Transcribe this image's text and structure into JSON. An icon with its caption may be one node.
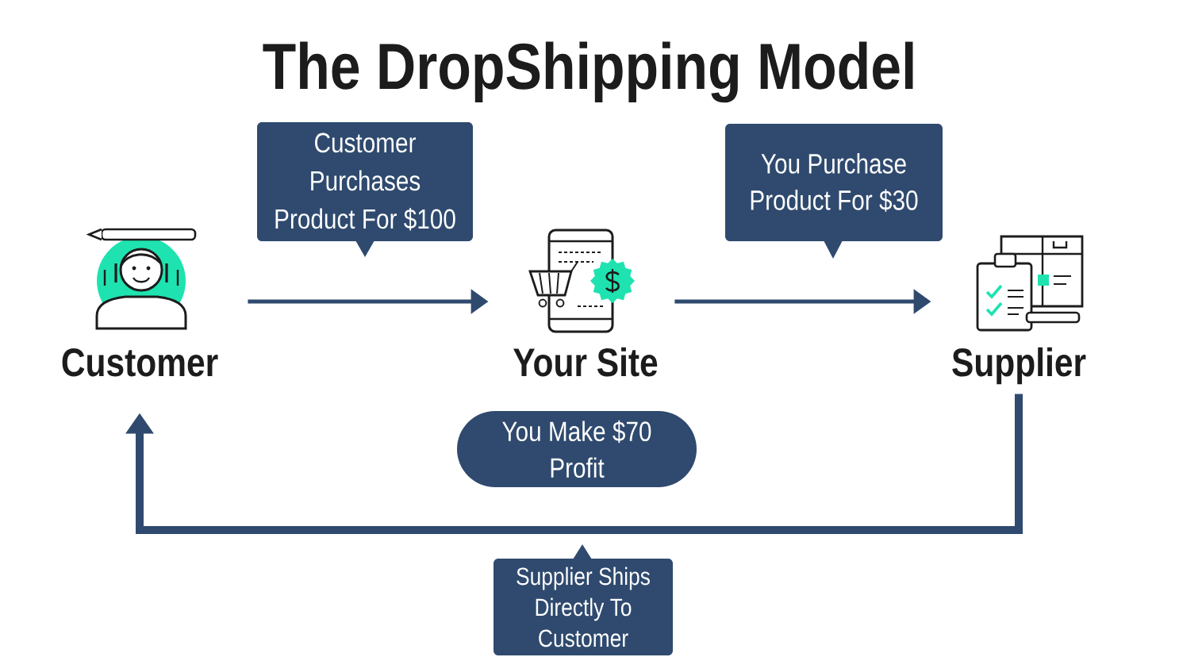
{
  "diagram": {
    "title": "The DropShipping Model",
    "nodes": [
      {
        "text": [
          "Customer Purchases Product For $100"
        ]
      },
      {
        "text": [
          "You Purchase Product For $30"
        ]
      },
      {
        "text": [
          "Customer"
        ]
      },
      {
        "text": [
          "Your Site"
        ]
      },
      {
        "text": [
          "Supplier"
        ]
      },
      {
        "text": [
          "You Make $70 Profit"
        ]
      },
      {
        "text": [
          "Supplier Ships Directly To Customer"
        ]
      }
    ],
    "edges": [
      {
        "from": 2,
        "to": 3,
        "arrow": "to"
      },
      {
        "from": 3,
        "to": 4,
        "arrow": "to"
      },
      {
        "from": 4,
        "to": 2,
        "arrow": "to",
        "style": "thick"
      }
    ]
  }
}
